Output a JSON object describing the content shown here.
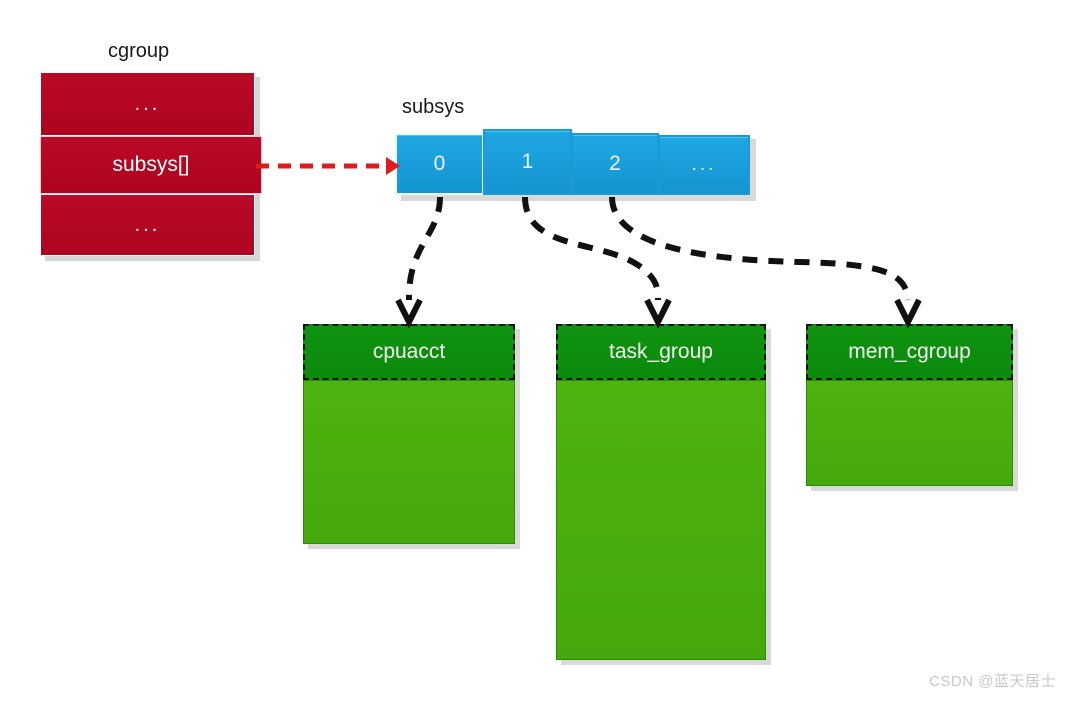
{
  "diagram": {
    "title_cgroup": "cgroup",
    "title_subsys": "subsys",
    "cgroup_struct": {
      "name": "cgroup",
      "rows": [
        {
          "label": "...",
          "kind": "ellipsis"
        },
        {
          "label": "subsys[]",
          "kind": "field"
        },
        {
          "label": "...",
          "kind": "ellipsis"
        }
      ]
    },
    "subsys_array": {
      "name": "subsys",
      "cells": [
        {
          "label": "0"
        },
        {
          "label": "1"
        },
        {
          "label": "2"
        },
        {
          "label": "..."
        }
      ]
    },
    "subsystem_boxes": [
      {
        "title": "cpuacct",
        "from_index": "0"
      },
      {
        "title": "task_group",
        "from_index": "1"
      },
      {
        "title": "mem_cgroup",
        "from_index": "2"
      }
    ],
    "connectors": {
      "cgroup_to_subsys": {
        "style": "dashed",
        "color": "#e01b1b",
        "arrowhead": "solid"
      },
      "subsys_to_box": {
        "style": "dashed",
        "color": "#111111",
        "arrowhead": "open-v"
      }
    },
    "colors": {
      "cgroup_red": "#b90a26",
      "subsys_blue": "#1fa7e2",
      "box_header_green": "#0f9310",
      "box_body_green": "#4db30f",
      "connector_red": "#e01b1b",
      "connector_black": "#111111",
      "background": "#ffffff"
    }
  },
  "watermark": {
    "text": "CSDN @蓝天居士"
  }
}
